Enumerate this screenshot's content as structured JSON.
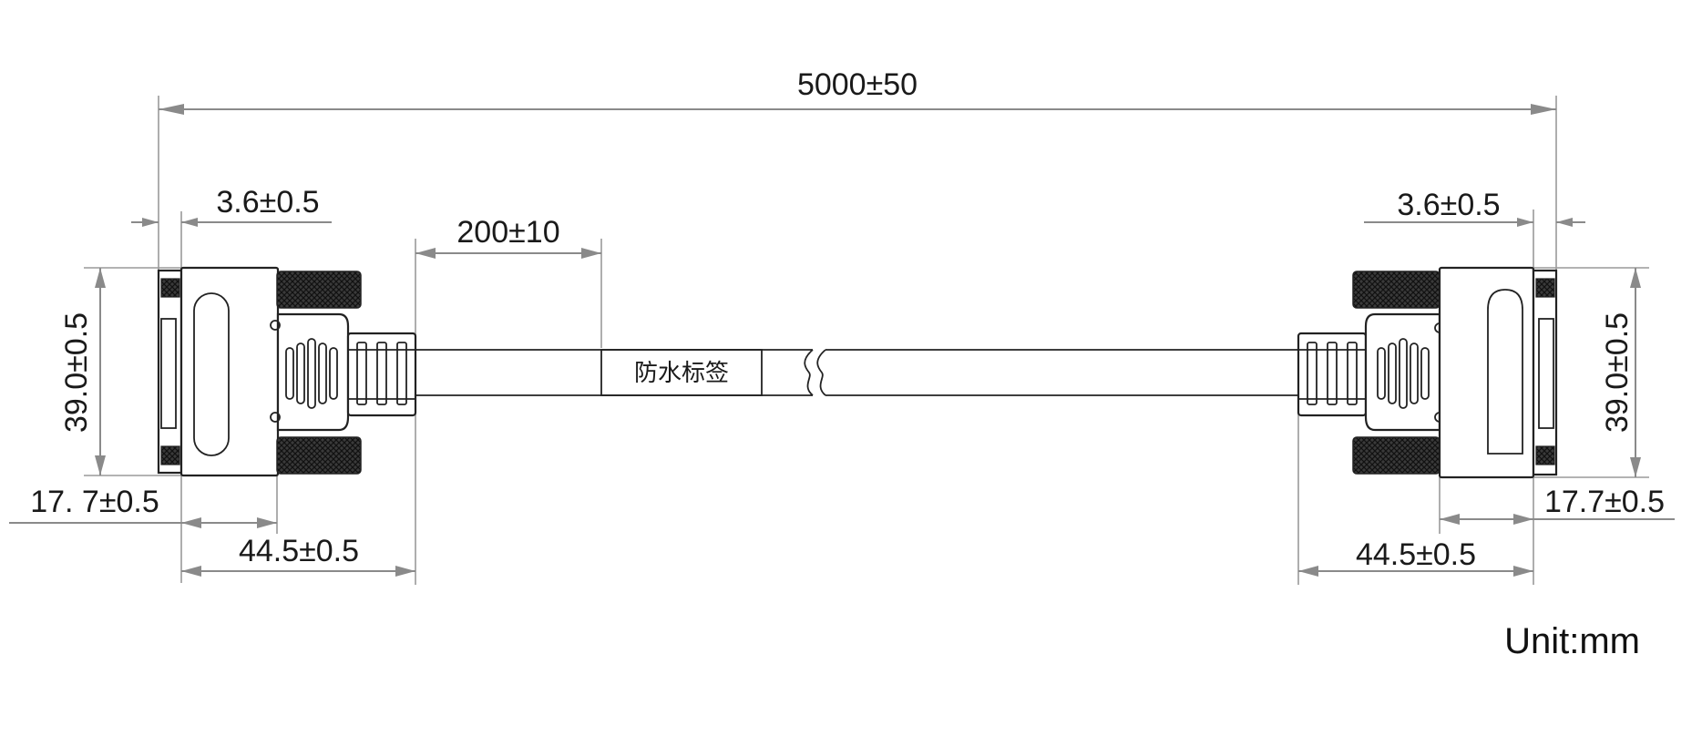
{
  "dimensions": {
    "total_length": "5000±50",
    "left_flange_thickness": "3.6±0.5",
    "right_flange_thickness": "3.6±0.5",
    "label_offset": "200±10",
    "left_height": "39.0±0.5",
    "right_height": "39.0±0.5",
    "left_shell_depth": "17. 7±0.5",
    "right_shell_depth": "17.7±0.5",
    "left_connector_length": "44.5±0.5",
    "right_connector_length": "44.5±0.5"
  },
  "cable_label": "防水标签",
  "unit": "Unit:mm"
}
